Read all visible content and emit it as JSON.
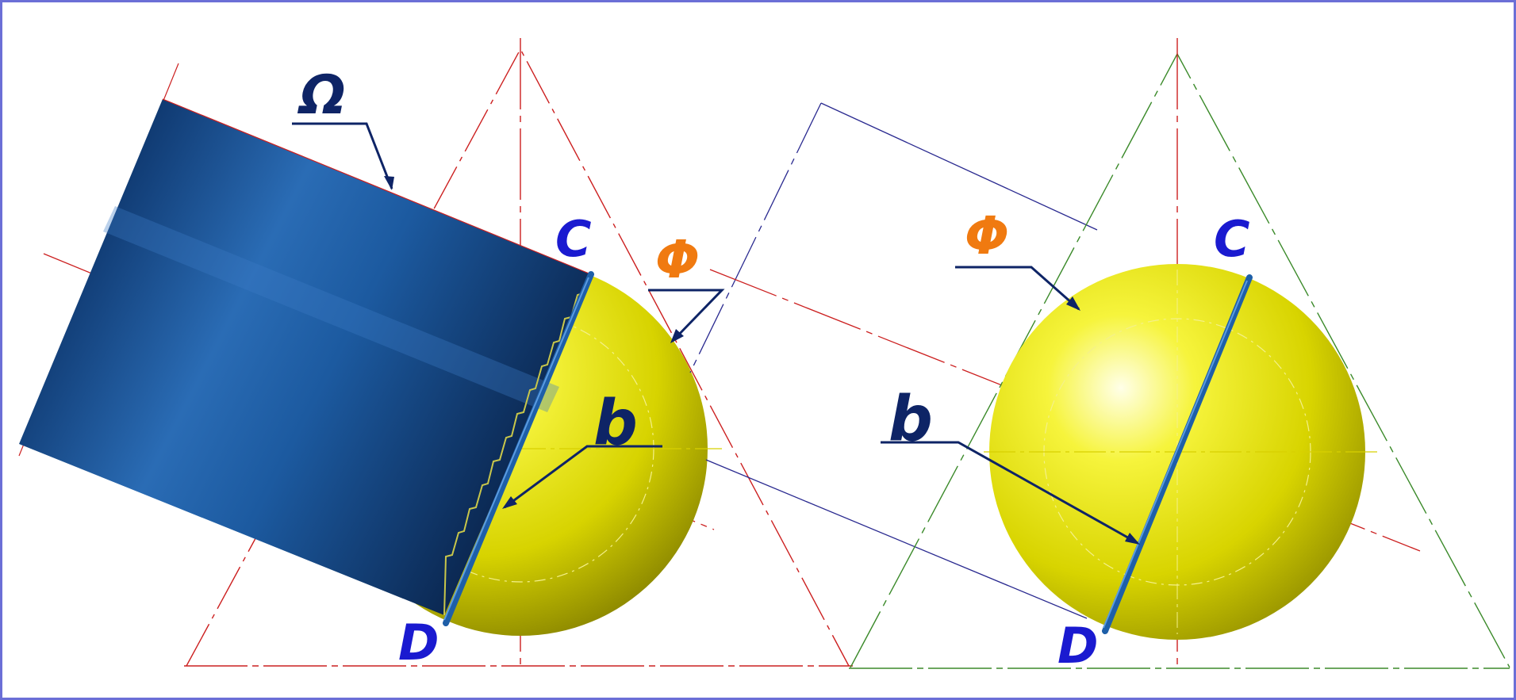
{
  "labels": {
    "omega": "Ω",
    "phi_left": "Φ",
    "phi_right": "Φ",
    "b_left": "b",
    "b_right": "b",
    "c_left": "C",
    "d_left": "D",
    "c_right": "C",
    "d_right": "D"
  },
  "colors": {
    "frame": "#6b6fd6",
    "sphere": "#e8e800",
    "cylinder": "#1f5a9e",
    "section_line": "#1e5fa8",
    "leader": "#0e2466",
    "label_dark": "#0e2466",
    "label_orange": "#f07a10",
    "point_labels": "#1a1ad0",
    "red_axes": "#cc2020",
    "green_cone": "#3b8a2a",
    "blue_construction": "#2a2a90"
  }
}
